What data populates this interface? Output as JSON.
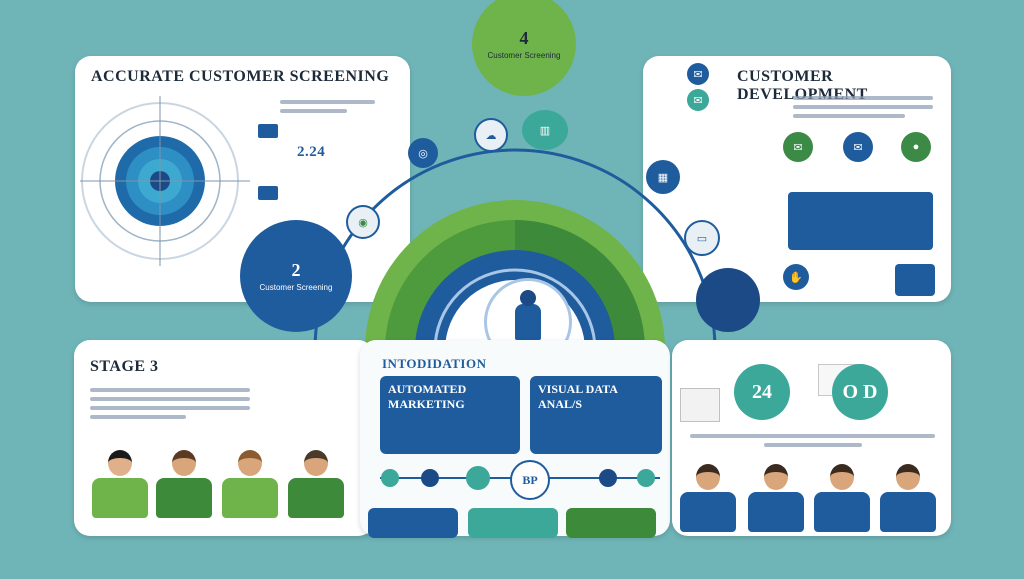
{
  "top_circle": {
    "number": "4",
    "label": "Customer Screening"
  },
  "screening": {
    "title": "ACCURATE CUSTOMER SCREENING",
    "number": "2.24"
  },
  "development": {
    "title": "CUSTOMER DEVELOPMENT"
  },
  "stage2": {
    "number": "2",
    "label": "Customer Screening"
  },
  "stage3": {
    "title": "STAGE 3"
  },
  "center": {
    "intro": "INTODIDATION"
  },
  "automated": {
    "title": "AUTOMATED MARKETING"
  },
  "visual": {
    "title": "VISUAL DATA ANAL/S"
  },
  "stat1": {
    "value": "24"
  },
  "stat2": {
    "value": "O D"
  },
  "bp": {
    "label": "BP"
  },
  "colors": {
    "teal": "#3ba89a",
    "blue": "#1f5c9e",
    "green": "#4e9b3d",
    "lime": "#6fb44a",
    "navy": "#1b4a86"
  }
}
